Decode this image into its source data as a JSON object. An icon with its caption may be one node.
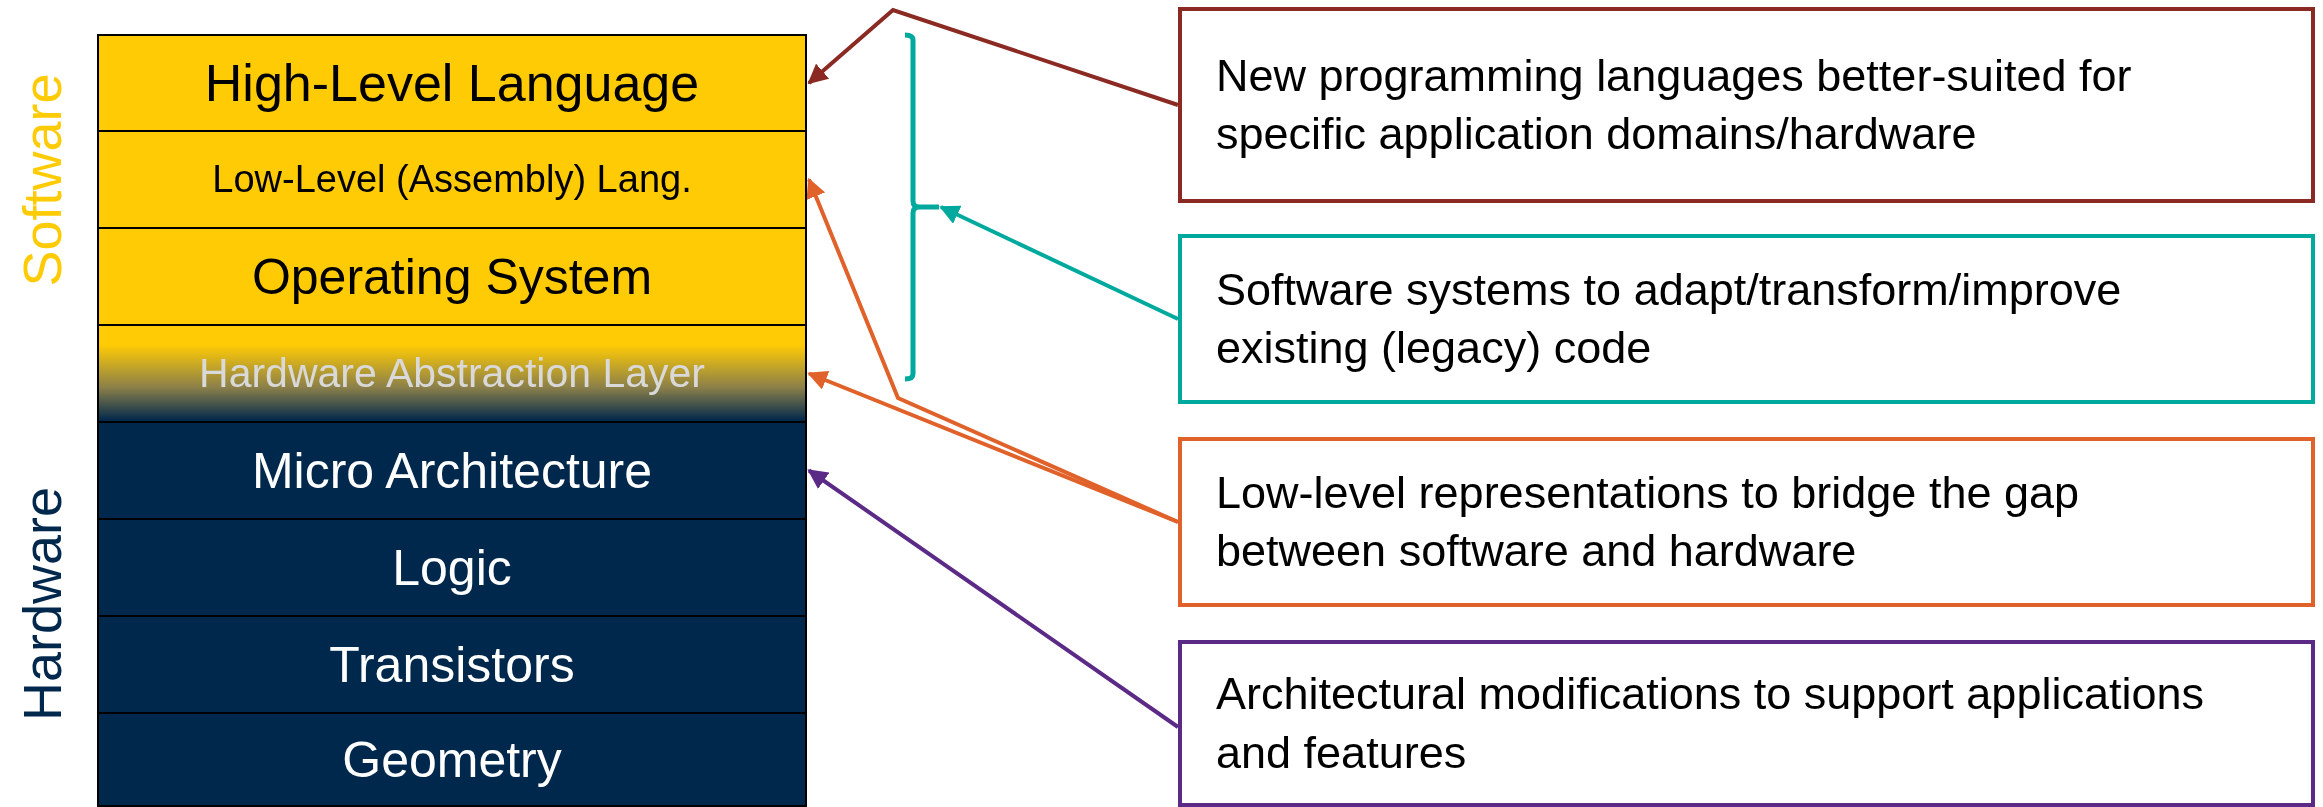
{
  "diagram": {
    "nodes": [
      {
        "text": [
          "High-Level Language"
        ]
      },
      {
        "text": [
          "Low-Level (Assembly) Lang."
        ]
      },
      {
        "text": [
          "Operating System"
        ]
      },
      {
        "text": [
          "Hardware Abstraction Layer"
        ]
      },
      {
        "text": [
          "Micro Architecture"
        ]
      },
      {
        "text": [
          "Logic"
        ]
      },
      {
        "text": [
          "Transistors"
        ]
      },
      {
        "text": [
          "Geometry"
        ]
      },
      {
        "text": [],
        "shape": "bracket"
      },
      {
        "text": [
          "New programming languages better-suited for specific application domains/hardware"
        ]
      },
      {
        "text": [
          "Software systems to adapt/transform/improve existing (legacy) code"
        ]
      },
      {
        "text": [
          "Low-level representations to bridge the gap between software and hardware"
        ]
      },
      {
        "text": [
          "Architectural modifications to support applications and features"
        ]
      }
    ],
    "edges": [
      {
        "from": 9,
        "to": 0,
        "arrow": "to",
        "color": "#8b2a23"
      },
      {
        "from": 10,
        "to": 8,
        "arrow": "to",
        "color": "#00a99d"
      },
      {
        "from": 11,
        "to": 1,
        "arrow": "to",
        "color": "#e0622a"
      },
      {
        "from": 11,
        "to": 3,
        "arrow": "to",
        "color": "#e0622a"
      },
      {
        "from": 12,
        "to": 4,
        "arrow": "to",
        "color": "#5b2a86"
      }
    ],
    "labels": [
      "Software",
      "Hardware"
    ]
  }
}
